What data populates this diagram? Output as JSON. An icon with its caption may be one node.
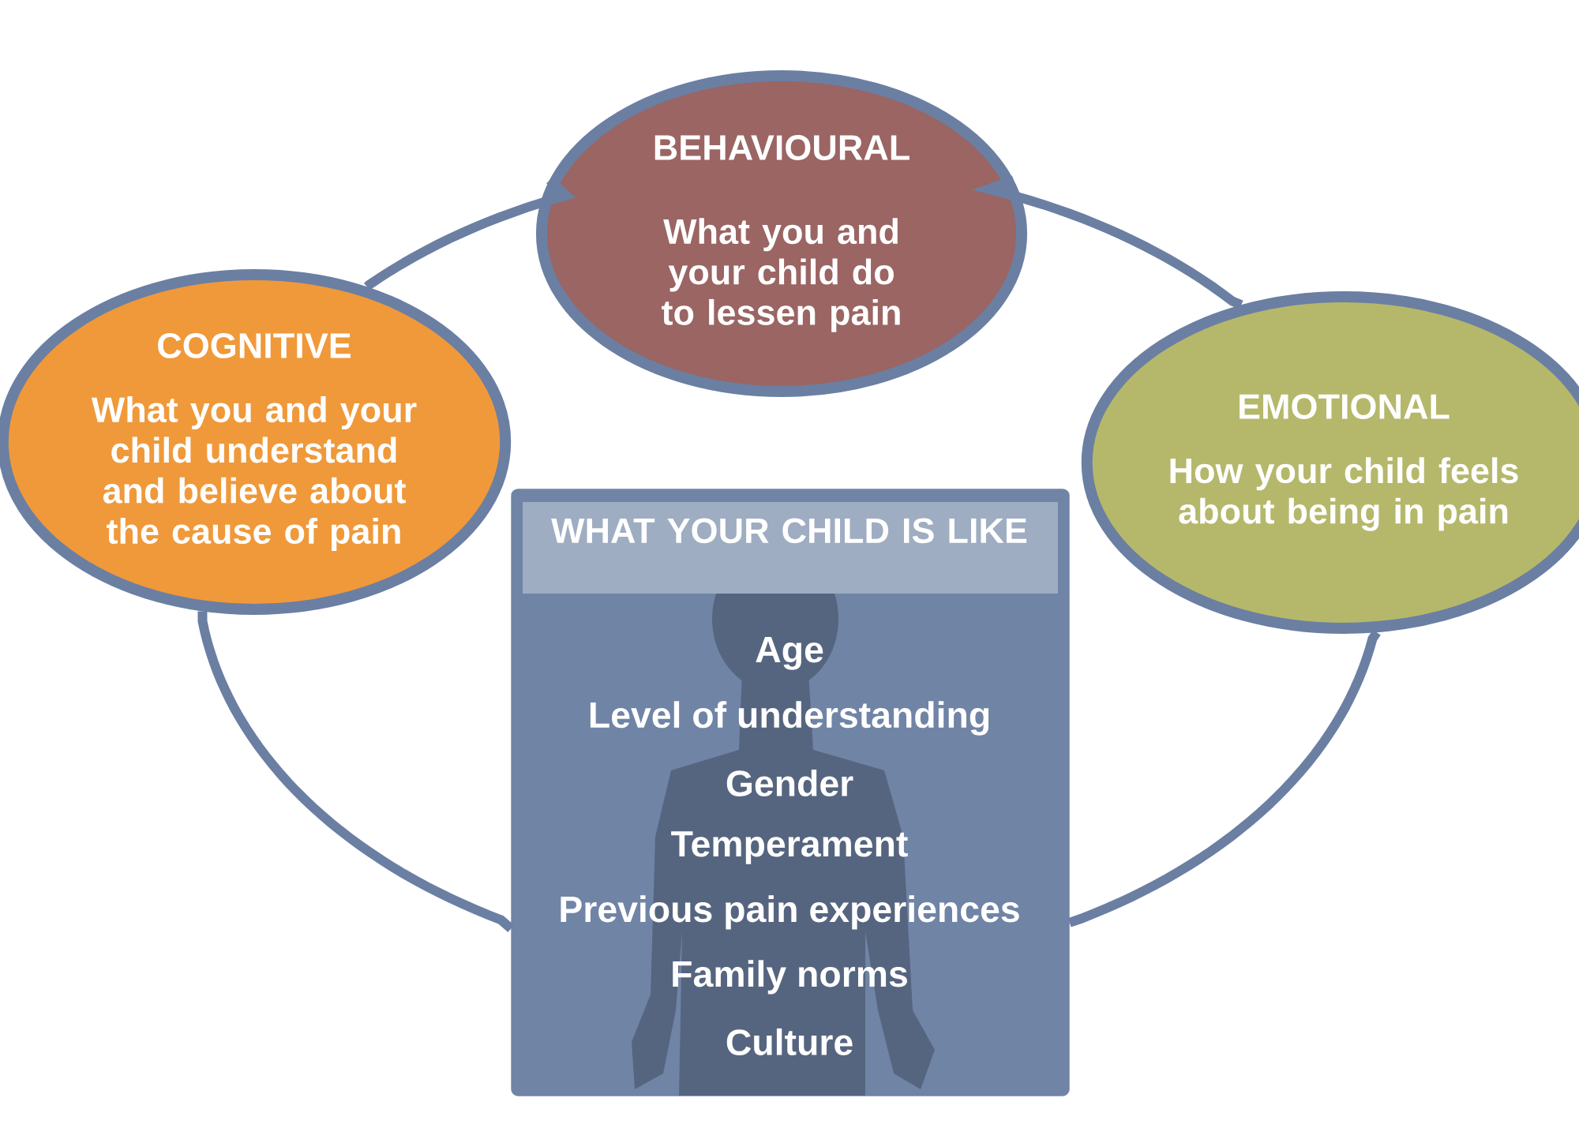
{
  "diagram": {
    "nodes": [
      {
        "text": [
          "COGNITIVE",
          "What you and your child understand and believe about the cause of pain"
        ]
      },
      {
        "text": [
          "BEHAVIOURAL",
          "What you and your child do to lessen pain"
        ]
      },
      {
        "text": [
          "EMOTIONAL",
          "How your child feels about being in pain"
        ]
      },
      {
        "text": [
          "WHAT YOUR CHILD IS LIKE",
          "Age",
          "Level of understanding",
          "Gender",
          "Temperament",
          "Previous pain experiences",
          "Family norms",
          "Culture"
        ]
      }
    ],
    "edges": [
      {
        "from": 0,
        "to": 1,
        "arrow": "none"
      },
      {
        "from": 1,
        "to": 2,
        "arrow": "none"
      },
      {
        "from": 2,
        "to": 3,
        "arrow": "none"
      },
      {
        "from": 3,
        "to": 0,
        "arrow": "none"
      }
    ]
  }
}
